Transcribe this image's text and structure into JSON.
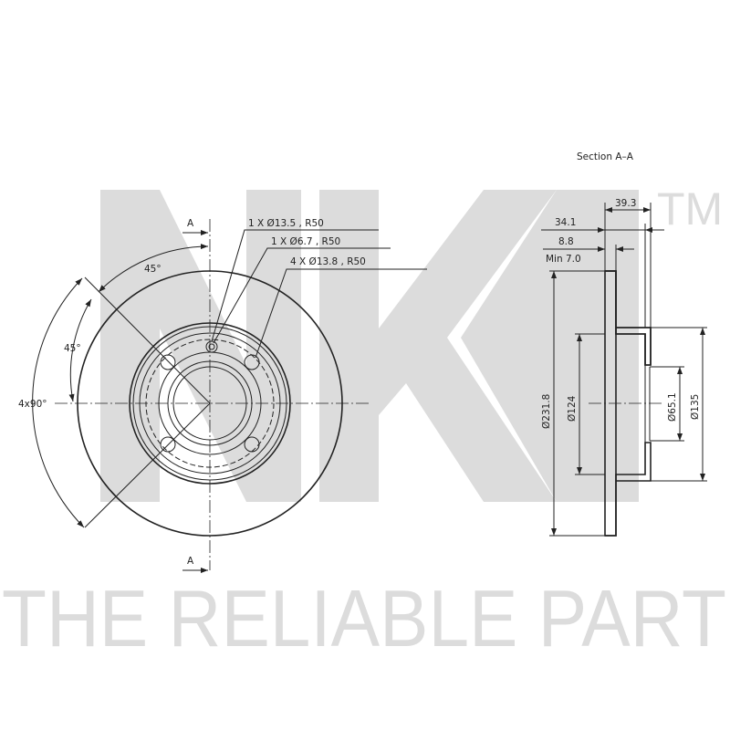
{
  "watermark": {
    "brand": "NK",
    "trademark": "TM",
    "tagline": "THE RELIABLE PART",
    "color": "#dcdcdc"
  },
  "front_view": {
    "section_marker_top": "A",
    "section_marker_bottom": "A",
    "callouts": [
      "1 X Ø13.5 , R50",
      "1 X Ø6.7 , R50",
      "4 X Ø13.8 , R50"
    ],
    "angle_labels": [
      "45°",
      "45°",
      "4x90°"
    ]
  },
  "section_view": {
    "title": "Section A–A",
    "dimensions": {
      "overall_height": "39.3",
      "hat_height": "34.1",
      "thickness": "8.8",
      "min_thickness": "Min  7.0",
      "outer_diameter": "Ø231.8",
      "hat_inner_diameter": "Ø124",
      "center_bore": "Ø65.1",
      "hat_outer_diameter": "Ø135"
    }
  },
  "colors": {
    "line": "#222222",
    "hatch": "#222222"
  }
}
